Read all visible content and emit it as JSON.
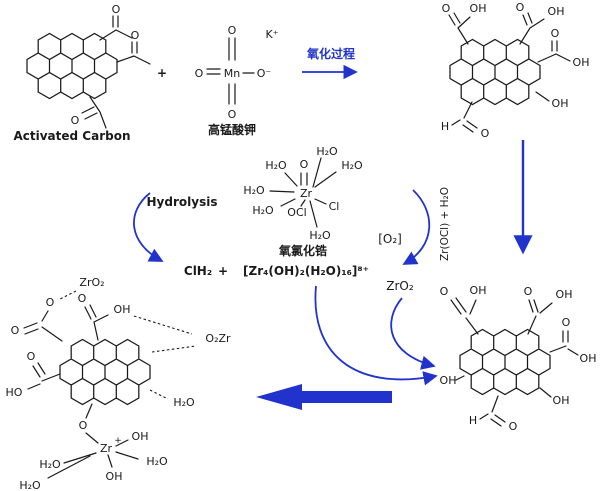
{
  "colors": {
    "ink": "#1a1a1a",
    "blue": "#2133cc"
  },
  "activated_carbon": {
    "caption": "Activated Carbon",
    "o_top": "O",
    "o_right": "O",
    "o_bottom": "O"
  },
  "plus_sign": "+",
  "kmno4": {
    "mn": "Mn",
    "o_top": "O",
    "o_left": "O",
    "o_bottom": "O",
    "o_right": "O⁻",
    "k": "K⁺",
    "caption": "高锰酸钾"
  },
  "oxidation_label": "氧化过程",
  "oxidized_gr_top": {
    "o1": "O",
    "oh1": "OH",
    "o2": "O",
    "oh2": "OH",
    "o3": "O",
    "oh3": "OH",
    "oh4": "OH",
    "h": "H",
    "o_cho": "O"
  },
  "zr_complex": {
    "h2o_top": "H₂O",
    "o": "O",
    "h2o_upper_left": "H₂O",
    "h2o_upper_right": "H₂O",
    "h2o_left": "H₂O",
    "zr": "Zr",
    "cl": "Cl",
    "ocl": "OCl",
    "h2o_lower_left": "H₂O",
    "h2o_bottom": "H₂O",
    "caption": "氧氯化锆"
  },
  "hydrolysis_label": "Hydrolysis",
  "hydrolysis_products": {
    "clh2": "ClH₂",
    "plus": "+",
    "cluster": "[Zr₄(OH)₂(H₂O)₁₆]⁸⁺"
  },
  "o2_label": "[O₂]",
  "zrocl_label": "Zr(OCl) + H₂O",
  "zro2_label": "ZrO₂",
  "oxidized_gr_bottom": {
    "o1": "O",
    "oh1": "OH",
    "o2": "O",
    "oh2": "OH",
    "o3": "O",
    "oh3": "OH",
    "oh4": "OH",
    "oh_left": "OH",
    "h": "H",
    "o_cho": "O"
  },
  "final_product": {
    "zro2": "ZrO₂",
    "o_ester": "O",
    "o_ester_dbl": "O",
    "o_top": "O",
    "oh_top": "OH",
    "o2zr": "O₂Zr",
    "o_left": "O",
    "ho_left": "HO",
    "h2o_dashed": "H₂O",
    "o_link": "O",
    "zr": "Zr",
    "zr_charge": "+",
    "oh_right": "OH",
    "h2o_right": "H₂O",
    "oh_bottom": "OH",
    "h2o_left": "H₂O",
    "h2o_bottom_left": "H₂O"
  }
}
